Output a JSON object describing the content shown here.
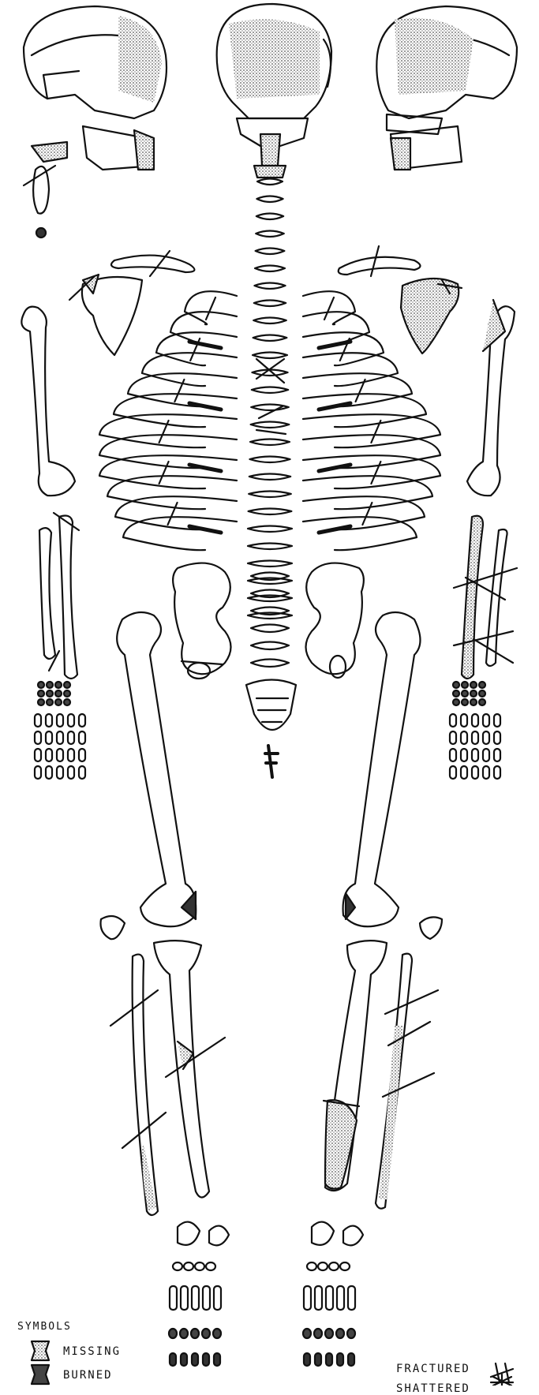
{
  "legend": {
    "title": "SYMBOLS",
    "missing": "MISSING",
    "burned": "BURNED",
    "fractured": "FRACTURED",
    "shattered": "SHATTERED"
  },
  "colors": {
    "ink": "#111111",
    "shade": "#8a8a8a",
    "paper": "#ffffff"
  }
}
